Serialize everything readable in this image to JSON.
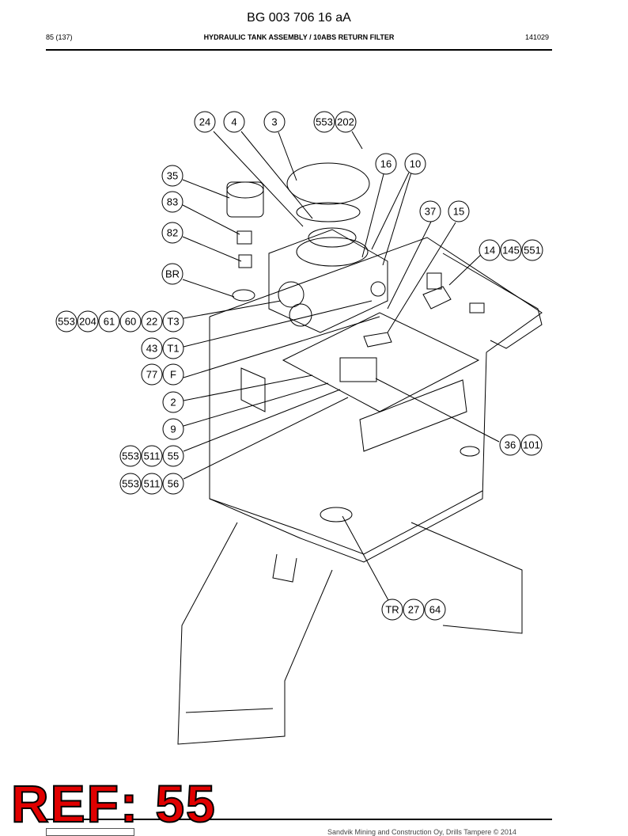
{
  "document": {
    "code": "BG 003 706 16 aA",
    "page": "85 (137)",
    "title": "HYDRAULIC TANK ASSEMBLY / 10ABS RETURN FILTER",
    "date_code": "141029"
  },
  "callouts": {
    "c24": "24",
    "c4": "4",
    "c3": "3",
    "c553a": "553",
    "c202": "202",
    "c16": "16",
    "c10": "10",
    "c35": "35",
    "c83": "83",
    "c37": "37",
    "c15": "15",
    "c82": "82",
    "c14": "14",
    "c145": "145",
    "c551": "551",
    "cBR": "BR",
    "c553b": "553",
    "c204": "204",
    "c61": "61",
    "c60": "60",
    "c22": "22",
    "cT3": "T3",
    "c43": "43",
    "cT1": "T1",
    "c77": "77",
    "cF": "F",
    "c2": "2",
    "c9": "9",
    "c36": "36",
    "c101": "101",
    "c553c": "553",
    "c511a": "511",
    "c55": "55",
    "c553d": "553",
    "c511b": "511",
    "c56": "56",
    "cTR": "TR",
    "c27": "27",
    "c64": "64"
  },
  "overlay": {
    "ref_label": "REF: 55"
  },
  "footer": {
    "copyright": "Sandvik Mining and Construction Oy, Drills Tampere © 2014"
  }
}
